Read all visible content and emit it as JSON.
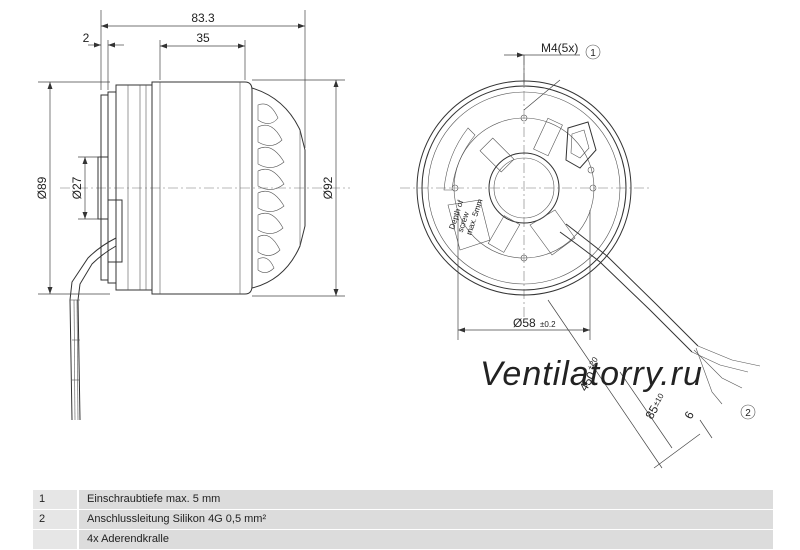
{
  "drawing": {
    "dims": {
      "overall_length": "83.3",
      "flange_thickness": "2",
      "body_length": "35",
      "dia_89": "Ø89",
      "dia_27": "Ø27",
      "dia_92": "Ø92",
      "thread": "M4(5x)",
      "dia_58": "Ø58",
      "dia_58_tol": "±0.2",
      "cable_len": "450",
      "cable_len_tol": "+20",
      "strip_len": "85",
      "strip_len_tol": "±10",
      "end_len": "6"
    },
    "callouts": {
      "one": "1",
      "two": "2"
    },
    "label_lines": [
      "Depth of",
      "screw",
      "max. 5mm"
    ],
    "watermark": "Ventilatorry.ru"
  },
  "legend": [
    {
      "num": "1",
      "text": "Einschraubtiefe max. 5 mm"
    },
    {
      "num": "2",
      "text": "Anschlussleitung Silikon 4G 0,5 mm²"
    },
    {
      "num": "",
      "text": "4x Aderendkralle"
    }
  ]
}
